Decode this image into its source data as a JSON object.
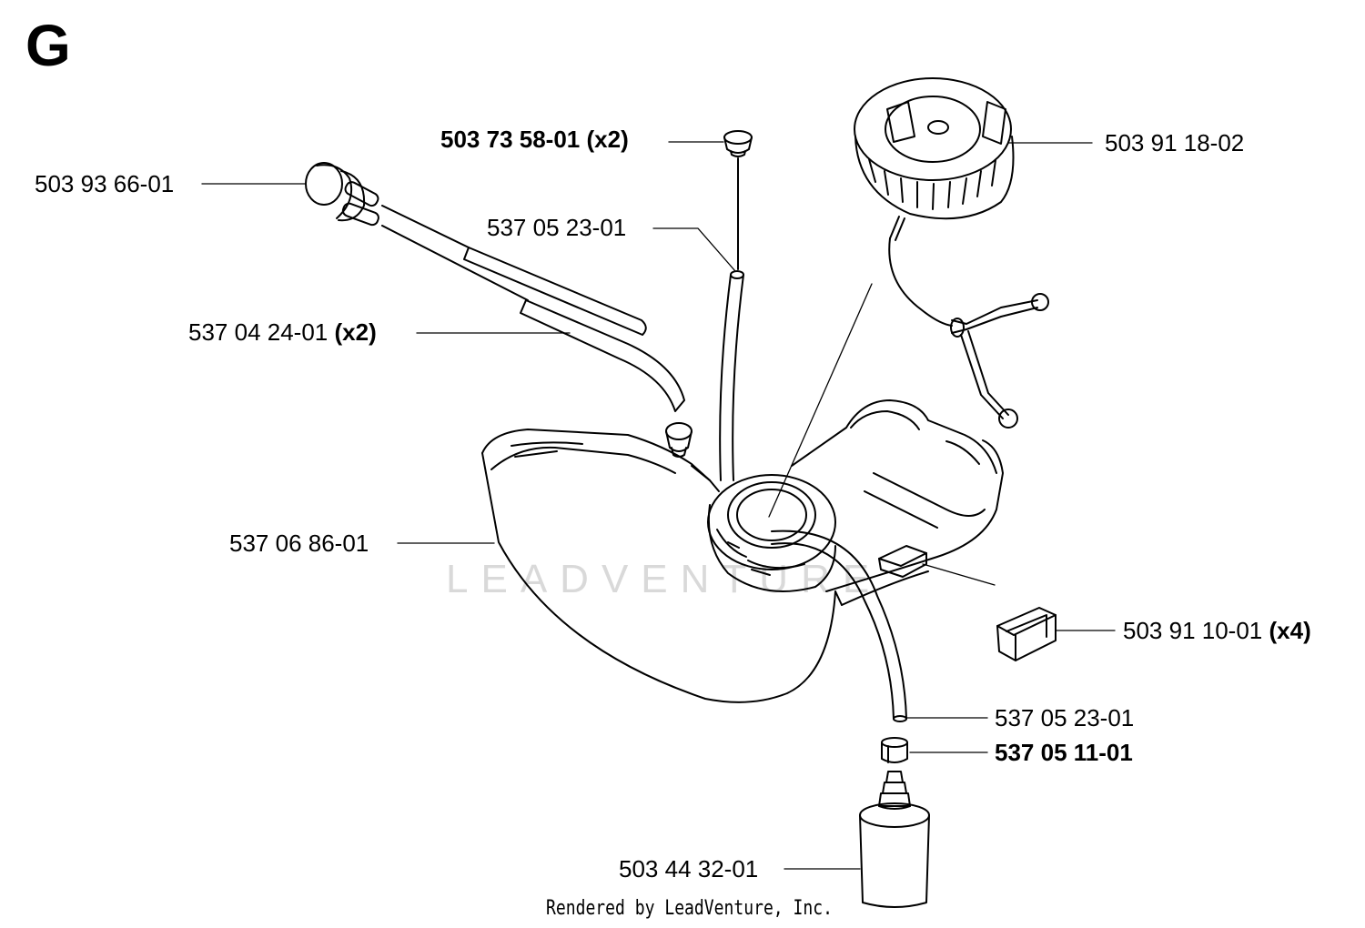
{
  "section": {
    "letter": "G"
  },
  "watermark": {
    "text": "LEADVENTURE"
  },
  "footer": {
    "credit": "Rendered by LeadVenture, Inc."
  },
  "callouts": [
    {
      "id": "c1",
      "part": "503 73 58-01",
      "qty": "(x2)",
      "bold": true
    },
    {
      "id": "c2",
      "part": "503 91 18-02",
      "qty": "",
      "bold": false
    },
    {
      "id": "c3",
      "part": "503 93 66-01",
      "qty": "",
      "bold": false
    },
    {
      "id": "c4",
      "part": "537 05 23-01",
      "qty": "",
      "bold": false
    },
    {
      "id": "c5",
      "part": "537 04 24-01",
      "qty": "(x2)",
      "bold": false
    },
    {
      "id": "c6",
      "part": "537 06 86-01",
      "qty": "",
      "bold": false
    },
    {
      "id": "c7",
      "part": "503 91 10-01",
      "qty": "(x4)",
      "bold": false
    },
    {
      "id": "c8",
      "part": "537 05 23-01",
      "qty": "",
      "bold": false
    },
    {
      "id": "c9",
      "part": "537 05 11-01",
      "qty": "",
      "bold": true
    },
    {
      "id": "c10",
      "part": "503 44 32-01",
      "qty": "",
      "bold": false
    }
  ]
}
